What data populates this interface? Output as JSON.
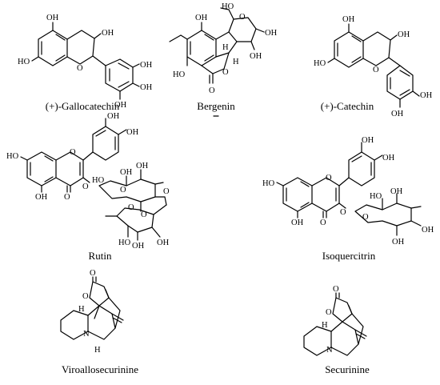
{
  "figure": {
    "compounds": [
      {
        "name": "(+)-Gallocatechin",
        "atoms": [
          "OH",
          "OH",
          "HO",
          "O",
          "OH",
          "OH",
          "OH"
        ]
      },
      {
        "name": "Bergenin",
        "atoms": [
          "HO",
          "OH",
          "O",
          "OH",
          "OH",
          "H",
          "H",
          "O",
          "HO",
          "O"
        ]
      },
      {
        "name": "(+)-Catechin",
        "atoms": [
          "OH",
          "OH",
          "HO",
          "O",
          "OH",
          "OH"
        ]
      },
      {
        "name": "Rutin",
        "atoms": [
          "OH",
          "OH",
          "HO",
          "O",
          "OH",
          "O",
          "O",
          "HO",
          "OH",
          "O",
          "OH",
          "O",
          "O",
          "O",
          "HO",
          "OH",
          "OH"
        ]
      },
      {
        "name": "Isoquercitrin",
        "atoms": [
          "OH",
          "OH",
          "HO",
          "O",
          "OH",
          "O",
          "O",
          "HO",
          "OH",
          "O",
          "OH",
          "OH"
        ]
      },
      {
        "name": "Viroallosecurinine",
        "atoms": [
          "O",
          "O",
          "H",
          "N",
          "H"
        ]
      },
      {
        "name": "Securinine",
        "atoms": [
          "O",
          "O",
          "H",
          "N"
        ]
      }
    ],
    "colors": {
      "ink": "#000000",
      "background": "#ffffff"
    }
  }
}
